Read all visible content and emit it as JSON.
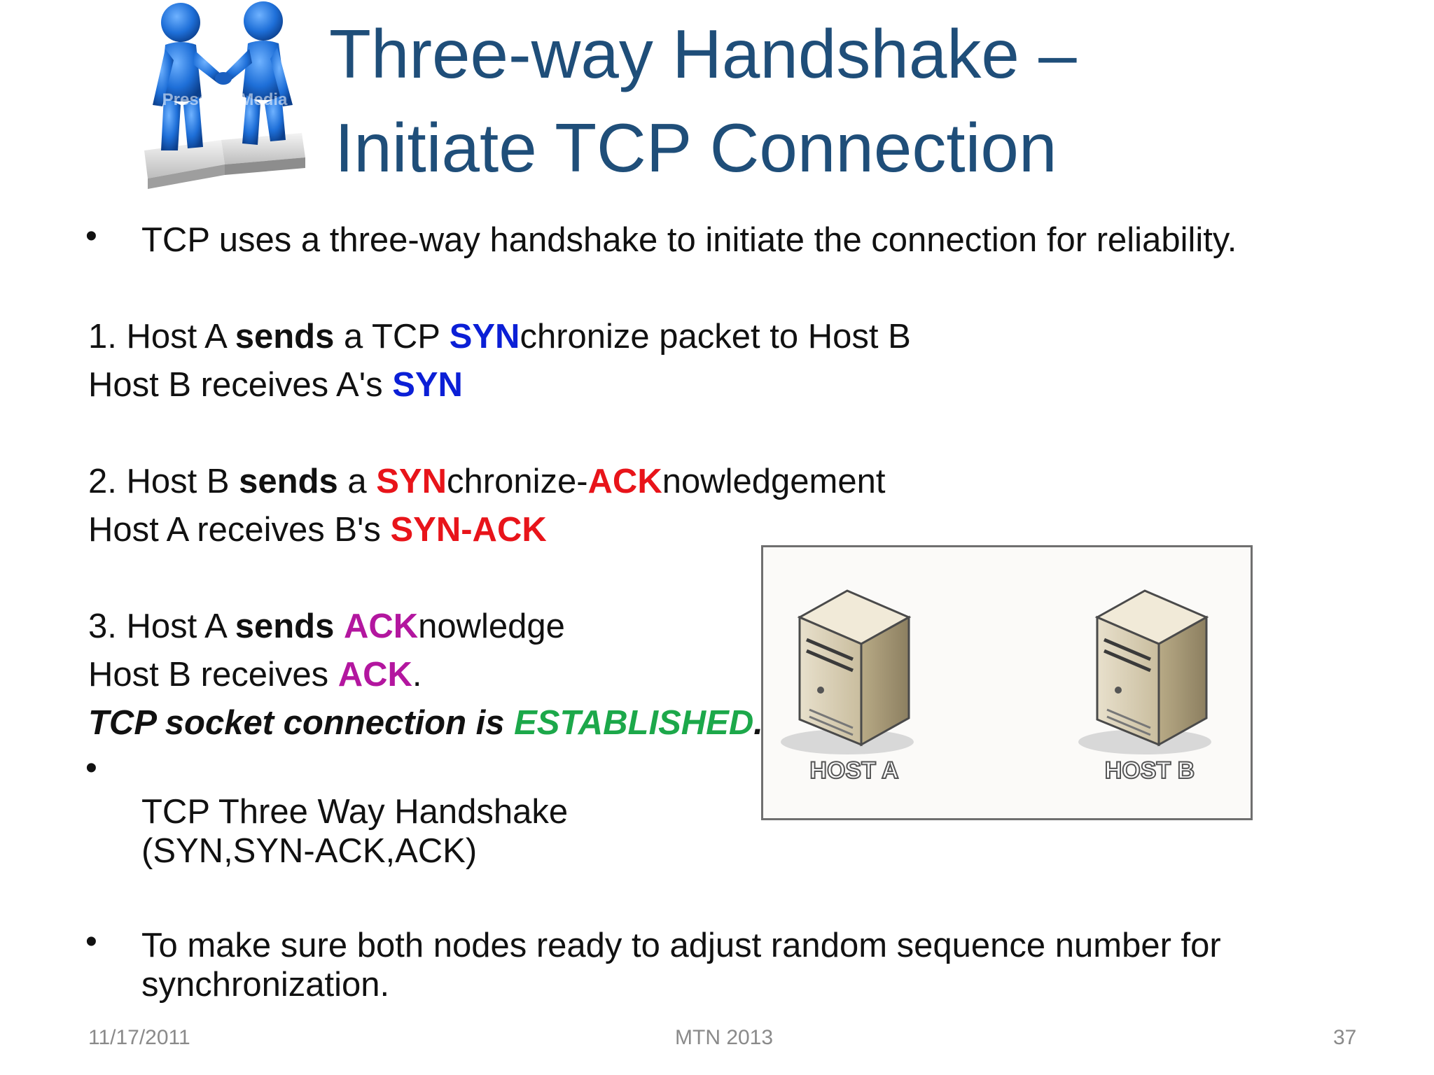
{
  "slide": {
    "title_line1": "Three-way Handshake –",
    "title_line2": "Initiate TCP Connection",
    "clipart_watermark": "PresenterMedia",
    "bullet1": "TCP uses a three-way handshake to  initiate the connection for reliability.",
    "step1": {
      "prefix": "1. Host A ",
      "sends": "sends",
      "mid": " a TCP ",
      "syn": "SYN",
      "rest": "chronize packet to Host B",
      "receive_prefix": "Host B receives A's ",
      "receive_syn": "SYN"
    },
    "step2": {
      "prefix": "2. Host B ",
      "sends": "sends",
      "mid": " a ",
      "syn": "SYN",
      "mid2": "chronize-",
      "ack": "ACK",
      "rest": "nowledgement",
      "receive_prefix": "Host A receives B's ",
      "receive_synack": "SYN-ACK"
    },
    "step3": {
      "prefix": "3. Host A ",
      "sends": "sends",
      "space": " ",
      "ack": "ACK",
      "rest": "nowledge",
      "receive_prefix": "Host B receives ",
      "receive_ack": "ACK",
      "receive_suffix": ".",
      "established_prefix": "TCP socket connection is ",
      "established": "ESTABLISHED",
      "established_suffix": "."
    },
    "bullet2_line1": "TCP Three Way Handshake",
    "bullet2_line2": "(SYN,SYN-ACK,ACK)",
    "bullet3_line1": "To make sure both nodes ready to adjust  random sequence number for",
    "bullet3_line2": "synchronization.",
    "bullet_glyph": "•",
    "host_a_label": "HOST A",
    "host_b_label": "HOST B",
    "footer": {
      "date": "11/17/2011",
      "center": "MTN 2013",
      "page": "37"
    },
    "colors": {
      "title": "#1f4e79",
      "syn_blue": "#0b1fd6",
      "synack_red": "#e8141a",
      "ack_magenta": "#b3169f",
      "established_green": "#1ca84a"
    }
  }
}
